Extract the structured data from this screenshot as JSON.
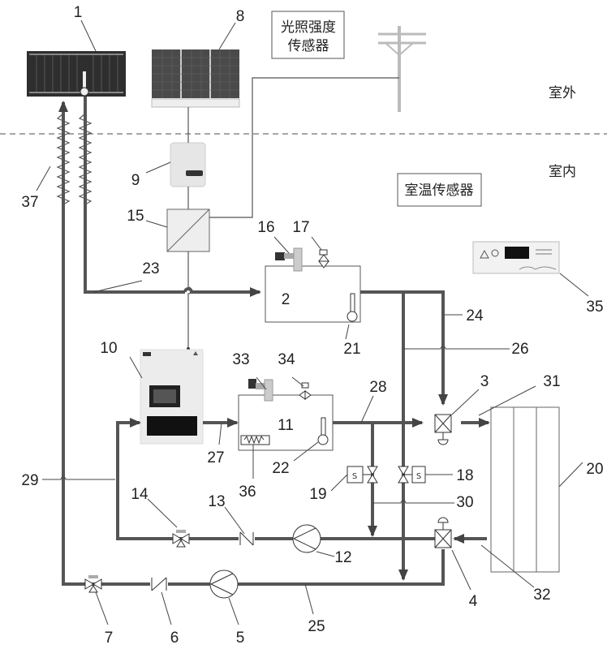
{
  "zones": {
    "outdoor": "室外",
    "indoor": "室内"
  },
  "sensors": {
    "light_line1": "光照强度",
    "light_line2": "传感器",
    "room_temp": "室温传感器"
  },
  "labels": {
    "n1": "1",
    "n2": "2",
    "n3": "3",
    "n4": "4",
    "n5": "5",
    "n6": "6",
    "n7": "7",
    "n8": "8",
    "n9": "9",
    "n10": "10",
    "n11": "11",
    "n12": "12",
    "n13": "13",
    "n14": "14",
    "n15": "15",
    "n16": "16",
    "n17": "17",
    "n18": "18",
    "n19": "19",
    "n20": "20",
    "n21": "21",
    "n22": "22",
    "n23": "23",
    "n24": "24",
    "n25": "25",
    "n26": "26",
    "n27": "27",
    "n28": "28",
    "n29": "29",
    "n30": "30",
    "n31": "31",
    "n32": "32",
    "n33": "33",
    "n34": "34",
    "n35": "35",
    "n36": "36",
    "n37": "37"
  },
  "valve_marks": {
    "solenoid": "S"
  },
  "colors": {
    "pipe": "#555555",
    "panel": "#2e2e2e",
    "line": "#444444"
  }
}
